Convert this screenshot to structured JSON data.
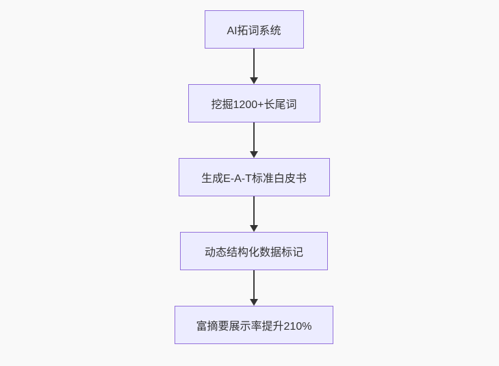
{
  "diagram": {
    "type": "flowchart",
    "direction": "top-down",
    "background_color": "#f9f9f9",
    "node_fill_color": "#ECECFF",
    "node_border_color": "#9370DB",
    "node_text_color": "#333333",
    "arrow_color": "#333333",
    "nodes": [
      {
        "id": "n1",
        "label": "AI拓词系统"
      },
      {
        "id": "n2",
        "label": "挖掘1200+长尾词"
      },
      {
        "id": "n3",
        "label": "生成E-A-T标准白皮书"
      },
      {
        "id": "n4",
        "label": "动态结构化数据标记"
      },
      {
        "id": "n5",
        "label": "富摘要展示率提升210%"
      }
    ],
    "edges": [
      {
        "from": "n1",
        "to": "n2"
      },
      {
        "from": "n2",
        "to": "n3"
      },
      {
        "from": "n3",
        "to": "n4"
      },
      {
        "from": "n4",
        "to": "n5"
      }
    ]
  }
}
